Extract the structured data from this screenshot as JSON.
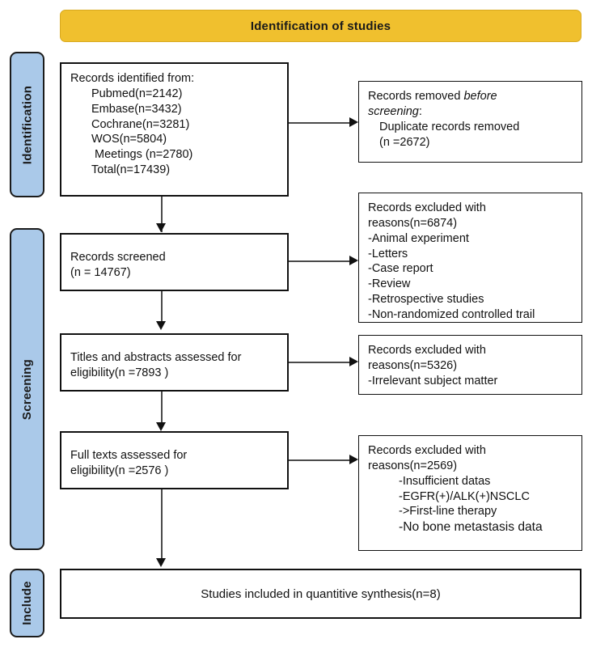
{
  "banner": {
    "title": "Identification of studies",
    "color": "#f0c02e"
  },
  "stages": [
    {
      "id": "identification",
      "label": "Identification",
      "color": "#aac9e9"
    },
    {
      "id": "screening",
      "label": "Screening",
      "color": "#aac9e9"
    },
    {
      "id": "include",
      "label": "Include",
      "color": "#aac9e9"
    }
  ],
  "boxes": {
    "identified": {
      "lines": [
        "Records identified from:",
        "Pubmed(n=2142)",
        "Embase(n=3432)",
        "Cochrane(n=3281)",
        "WOS(n=5804)",
        " Meetings (n=2780)",
        "Total(n=17439)"
      ]
    },
    "removed_before_screening": {
      "lead": "Records removed ",
      "italic1": "before",
      "italic2": "screening",
      "colon": ":",
      "lines": [
        "Duplicate records removed",
        "(n =2672)"
      ]
    },
    "records_screened": {
      "lines": [
        "Records screened",
        "(n = 14767)"
      ]
    },
    "excluded_screened": {
      "lines": [
        "Records excluded with",
        "reasons(n=6874)",
        "-Animal experiment",
        "-Letters",
        "-Case report",
        "-Review",
        "-Retrospective studies",
        "-Non-randomized controlled trail"
      ]
    },
    "titles_abstracts": {
      "lines": [
        "Titles and abstracts assessed for",
        "eligibility(n =7893 )"
      ]
    },
    "excluded_titles": {
      "lines": [
        "Records excluded with",
        "reasons(n=5326)",
        "-Irrelevant subject matter"
      ]
    },
    "full_texts": {
      "lines": [
        "Full texts assessed for",
        "eligibility(n =2576 )"
      ]
    },
    "excluded_fulltext": {
      "lines": [
        "Records excluded with",
        "reasons(n=2569)",
        "-Insufficient datas",
        "-EGFR(+)/ALK(+)NSCLC",
        "->First-line therapy",
        "-No bone metastasis data"
      ]
    },
    "included": {
      "text": "Studies included in quantitive synthesis(n=8)"
    }
  },
  "counts": {
    "pubmed": 2142,
    "embase": 3432,
    "cochrane": 3281,
    "wos": 5804,
    "meetings": 2780,
    "total_identified": 17439,
    "duplicates_removed": 2672,
    "records_screened": 14767,
    "excluded_screening": 6874,
    "titles_abstracts_assessed": 7893,
    "excluded_titles_abstracts": 5326,
    "full_texts_assessed": 2576,
    "excluded_full_texts": 2569,
    "included_studies": 8
  }
}
